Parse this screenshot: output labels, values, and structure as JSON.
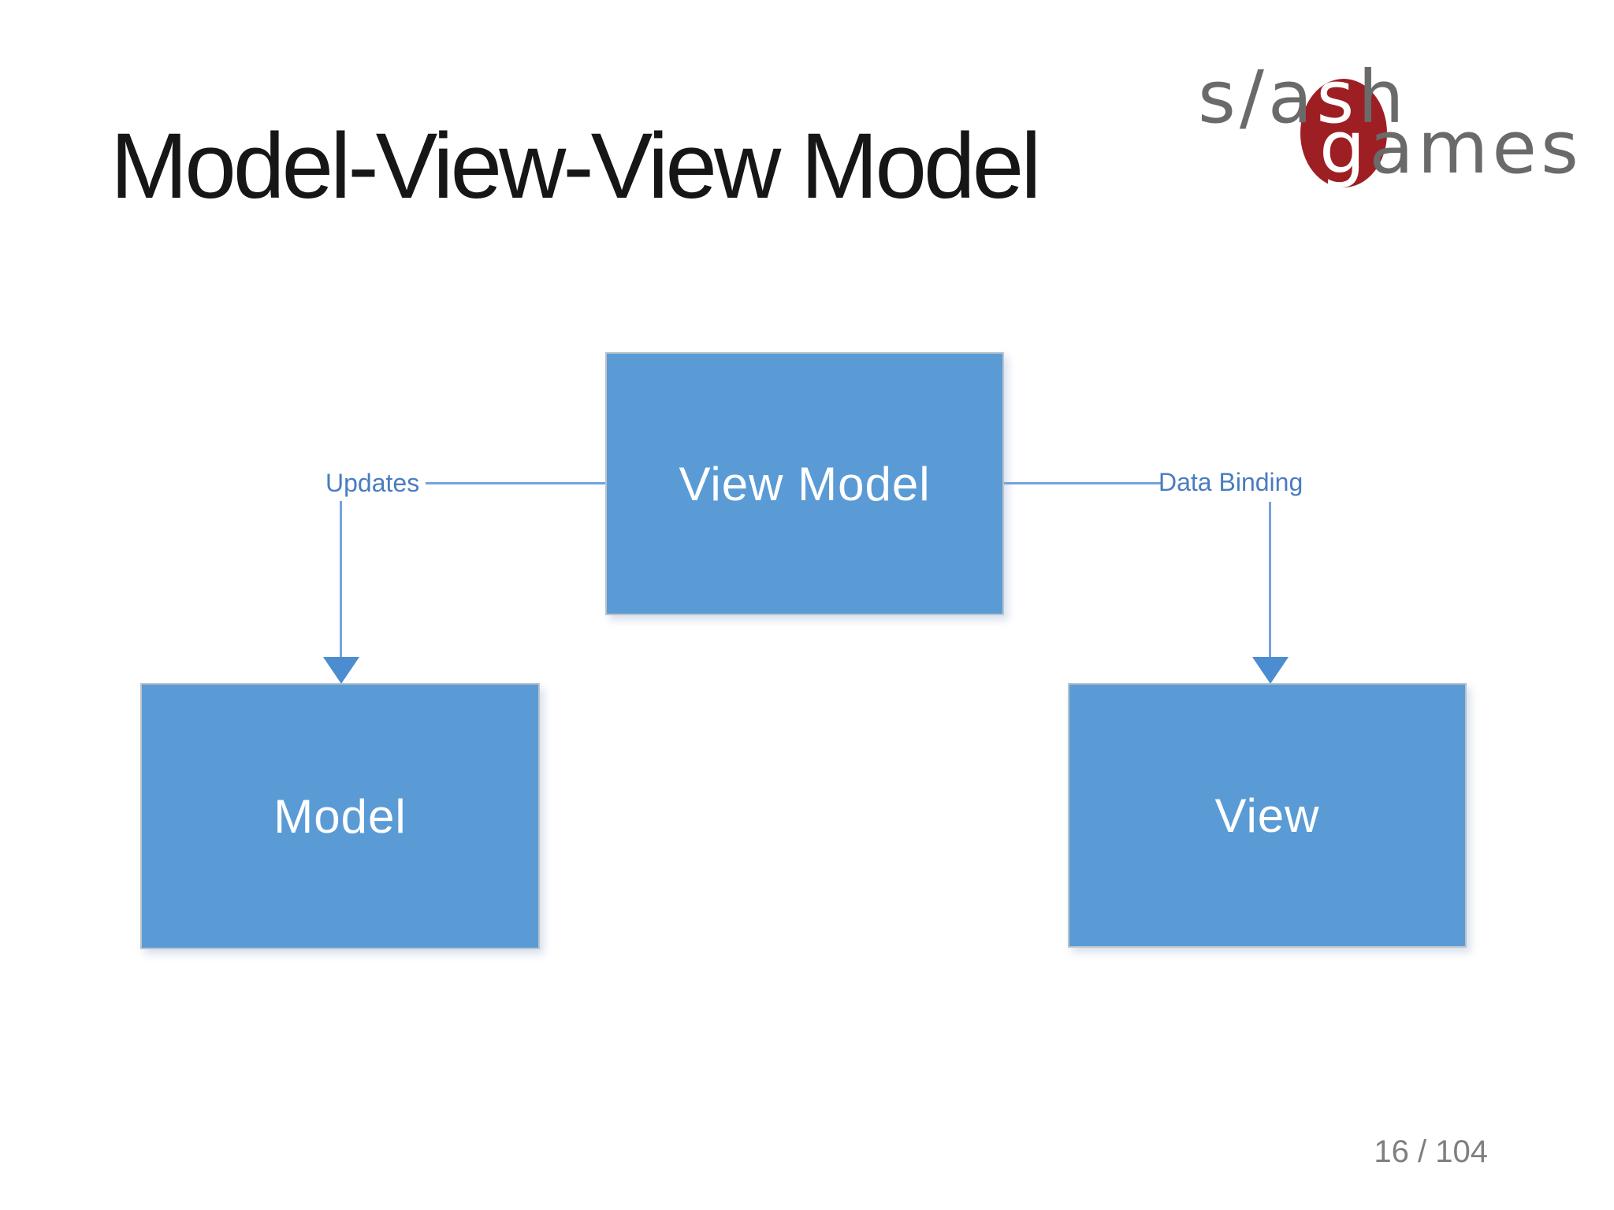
{
  "slide": {
    "title": "Model-View-View Model",
    "page_number": "16 / 104"
  },
  "logo": {
    "name": "slash games",
    "slash_gray_start": "s/a",
    "slash_white_s": "s",
    "slash_gray_end": "h",
    "games_white_g": "g",
    "games_gray_rest": "ames"
  },
  "diagram": {
    "boxes": [
      {
        "id": "view-model",
        "label": "View Model"
      },
      {
        "id": "model",
        "label": "Model"
      },
      {
        "id": "view",
        "label": "View"
      }
    ],
    "edges": [
      {
        "id": "updates",
        "label": "Updates",
        "from": "View Model",
        "to": "Model"
      },
      {
        "id": "data-binding",
        "label": "Data Binding",
        "from": "View Model",
        "to": "View"
      }
    ]
  },
  "colors": {
    "title-color": "#161616",
    "box-fill": "#5b9bd5",
    "box-border": "#bdc3ca",
    "box-text": "#ffffff",
    "connector-line": "#74a3dc",
    "connector-arrow": "#4c8cd0",
    "edge-label": "#4a7cbf",
    "page-number": "#7f7f7f",
    "logo-gray": "#6a6a6a",
    "logo-red": "#9e1f23"
  }
}
